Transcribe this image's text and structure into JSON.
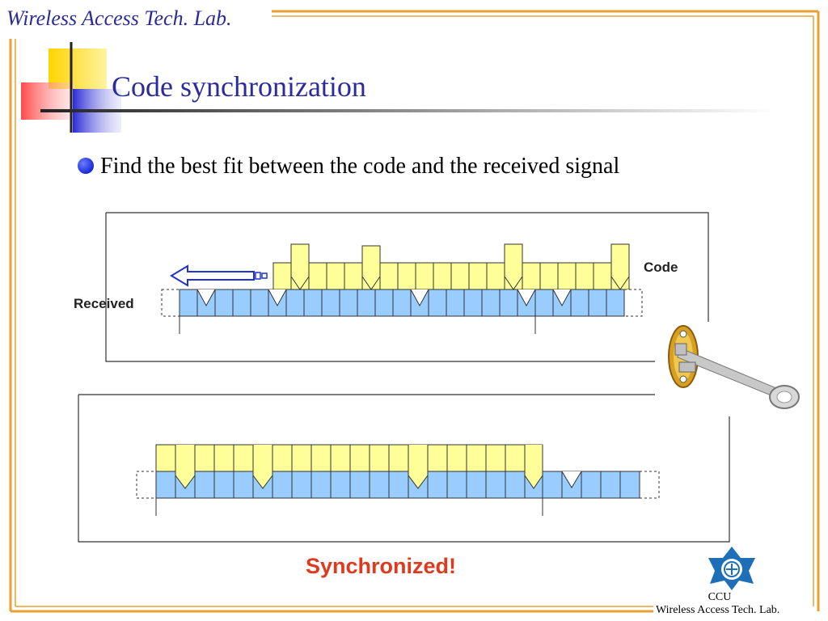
{
  "header": {
    "lab_name": "Wireless Access Tech. Lab."
  },
  "title": "Code synchronization",
  "bullet": "Find the best fit between the code and the received signal",
  "diagram": {
    "received_label": "Received",
    "code_label": "Code",
    "status_text": "Synchronized!"
  },
  "footer": {
    "ccu": "CCU",
    "lab_name": "Wireless Access Tech. Lab."
  },
  "colors": {
    "title": "#2b2b9e",
    "frame_orange": "#f0a020",
    "code_fill": "#ffff99",
    "received_fill": "#99ccff",
    "status_red": "#e03a1e",
    "arrow_blue": "#2233cc"
  }
}
